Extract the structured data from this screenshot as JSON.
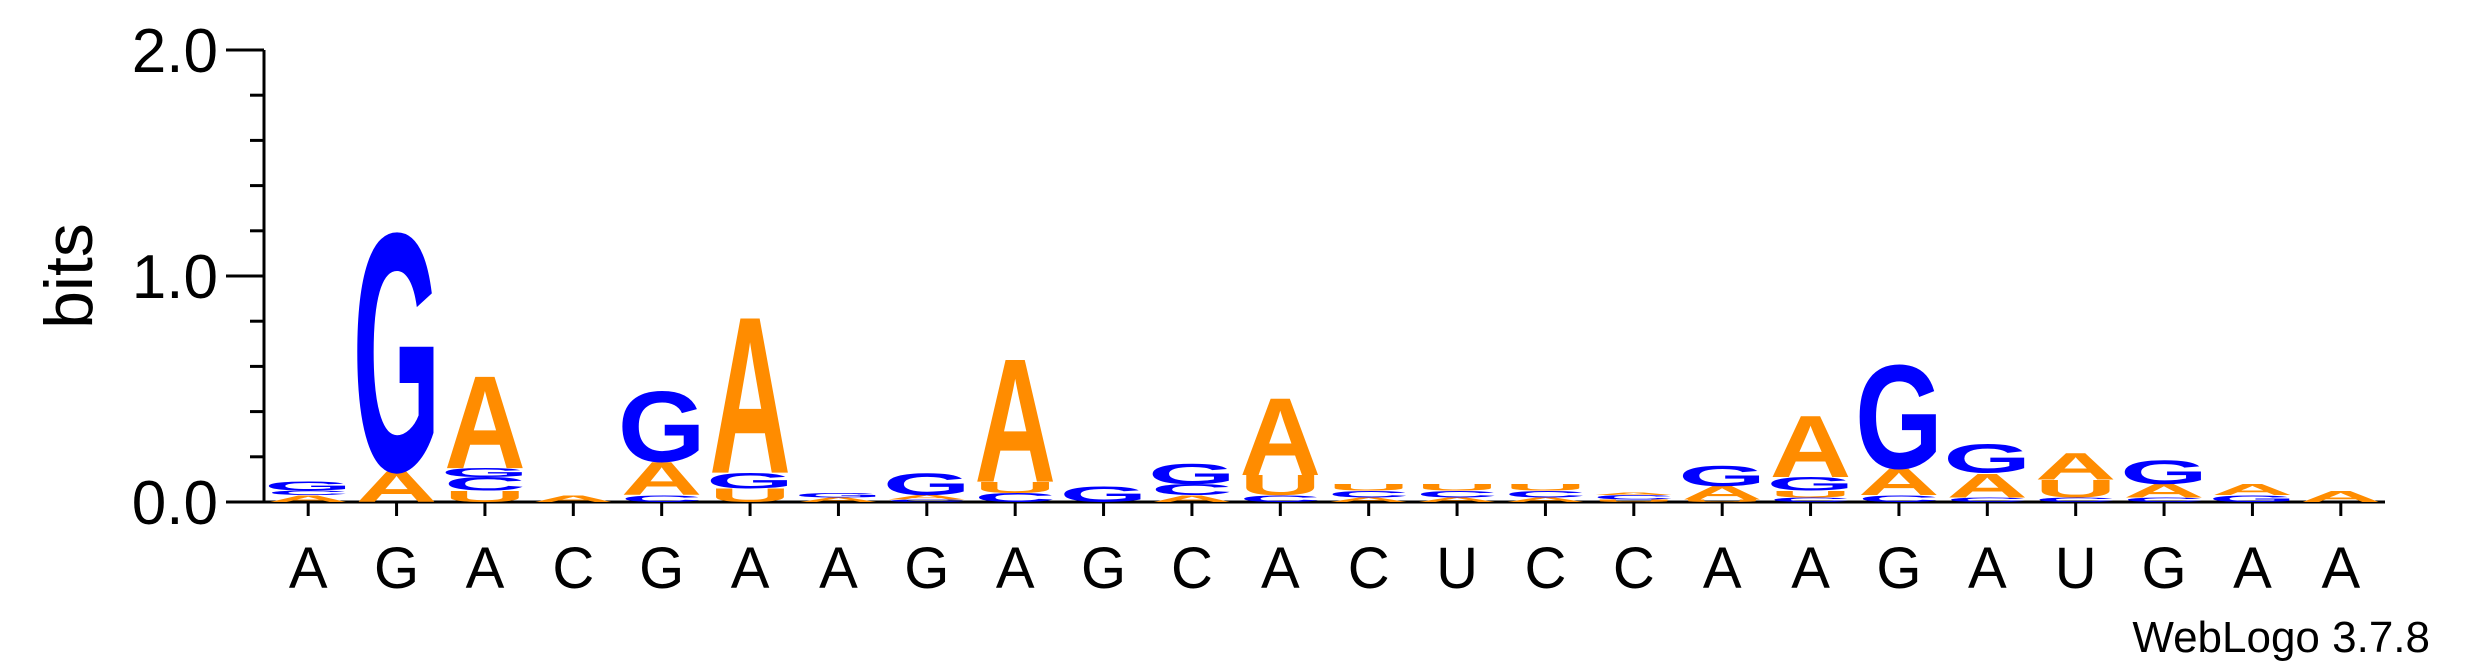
{
  "chart_data": {
    "type": "sequence-logo",
    "ylabel": "bits",
    "ylim": [
      0,
      2
    ],
    "yticks": [
      "0.0",
      "1.0",
      "2.0"
    ],
    "xticks": [
      "A",
      "G",
      "A",
      "C",
      "G",
      "A",
      "A",
      "G",
      "A",
      "G",
      "C",
      "A",
      "C",
      "U",
      "C",
      "C",
      "A",
      "A",
      "G",
      "A",
      "U",
      "G",
      "A",
      "A"
    ],
    "grid": false,
    "watermark": "WebLogo 3.7.8",
    "colors": {
      "G": "#0000ff",
      "C": "#0000ff",
      "A": "#ff8c00",
      "U": "#ff8c00"
    },
    "stacks": [
      [
        [
          "A",
          0.03
        ],
        [
          "C",
          0.02
        ],
        [
          "G",
          0.04
        ]
      ],
      [
        [
          "A",
          0.14
        ],
        [
          "G",
          1.08
        ]
      ],
      [
        [
          "U",
          0.05
        ],
        [
          "C",
          0.06
        ],
        [
          "G",
          0.04
        ],
        [
          "A",
          0.42
        ]
      ],
      [
        [
          "A",
          0.03
        ]
      ],
      [
        [
          "C",
          0.03
        ],
        [
          "A",
          0.15
        ],
        [
          "G",
          0.32
        ]
      ],
      [
        [
          "U",
          0.06
        ],
        [
          "G",
          0.07
        ],
        [
          "A",
          0.71
        ]
      ],
      [
        [
          "A",
          0.02
        ],
        [
          "G",
          0.02
        ]
      ],
      [
        [
          "C",
          0.01
        ],
        [
          "A",
          0.02
        ],
        [
          "G",
          0.1
        ]
      ],
      [
        [
          "C",
          0.04
        ],
        [
          "U",
          0.05
        ],
        [
          "A",
          0.56
        ]
      ],
      [
        [
          "G",
          0.07
        ]
      ],
      [
        [
          "A",
          0.03
        ],
        [
          "C",
          0.05
        ],
        [
          "G",
          0.09
        ]
      ],
      [
        [
          "C",
          0.03
        ],
        [
          "U",
          0.09
        ],
        [
          "A",
          0.35
        ]
      ],
      [
        [
          "A",
          0.02
        ],
        [
          "C",
          0.03
        ],
        [
          "U",
          0.03
        ]
      ],
      [
        [
          "A",
          0.02
        ],
        [
          "C",
          0.03
        ],
        [
          "U",
          0.03
        ]
      ],
      [
        [
          "A",
          0.02
        ],
        [
          "C",
          0.03
        ],
        [
          "U",
          0.03
        ]
      ],
      [
        [
          "U",
          0.01
        ],
        [
          "C",
          0.02
        ],
        [
          "A",
          0.01
        ]
      ],
      [
        [
          "U",
          0.01
        ],
        [
          "A",
          0.06
        ],
        [
          "G",
          0.09
        ]
      ],
      [
        [
          "C",
          0.02
        ],
        [
          "U",
          0.03
        ],
        [
          "G",
          0.06
        ],
        [
          "A",
          0.28
        ]
      ],
      [
        [
          "C",
          0.03
        ],
        [
          "A",
          0.12
        ],
        [
          "G",
          0.47
        ]
      ],
      [
        [
          "C",
          0.02
        ],
        [
          "A",
          0.11
        ],
        [
          "G",
          0.13
        ]
      ],
      [
        [
          "C",
          0.02
        ],
        [
          "U",
          0.08
        ],
        [
          "A",
          0.12
        ]
      ],
      [
        [
          "C",
          0.02
        ],
        [
          "A",
          0.06
        ],
        [
          "G",
          0.11
        ]
      ],
      [
        [
          "G",
          0.03
        ],
        [
          "A",
          0.05
        ]
      ],
      [
        [
          "A",
          0.05
        ]
      ]
    ]
  }
}
